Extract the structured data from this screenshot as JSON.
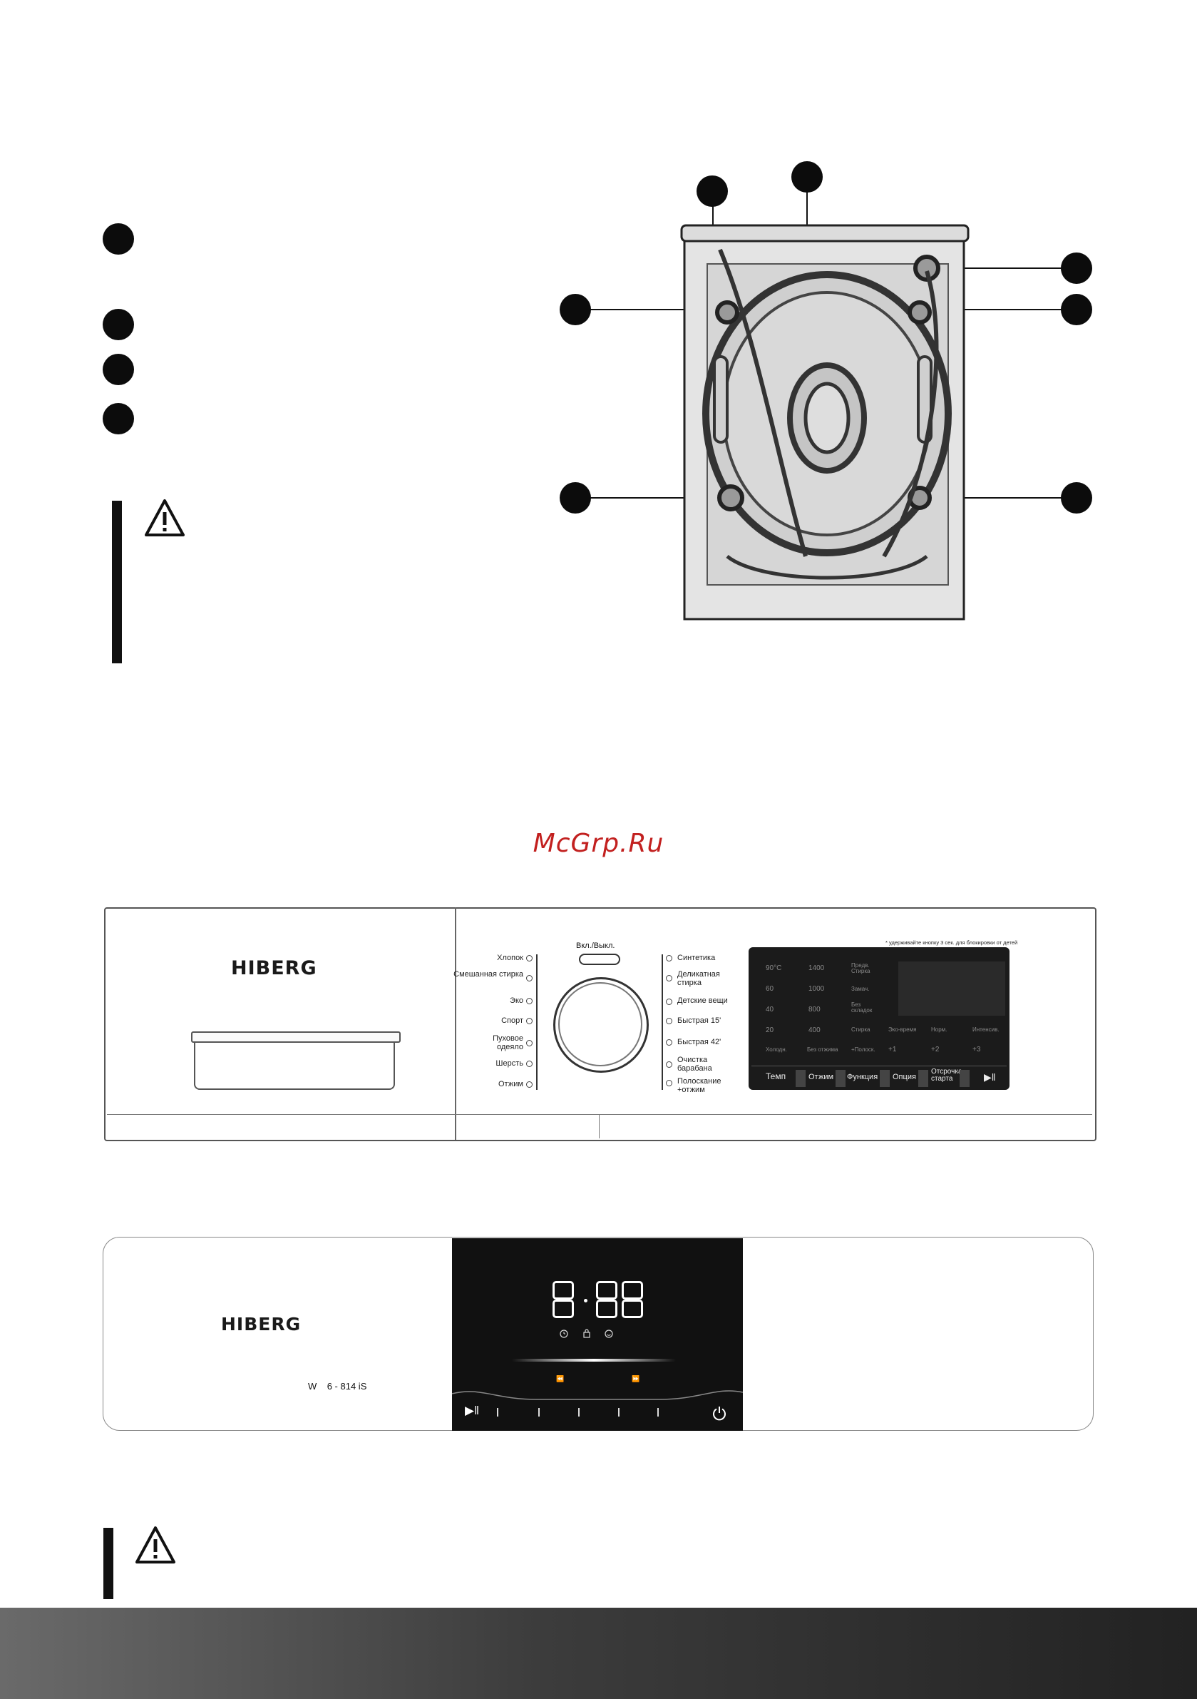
{
  "watermark": "McGrp.Ru",
  "panel1": {
    "brand": "HIBERG",
    "power_button_label": "Вкл./Выкл.",
    "programs_left": [
      "Хлопок",
      "Смешанная стирка",
      "Эко",
      "Спорт",
      "Пуховое одеяло",
      "Шерсть",
      "Отжим"
    ],
    "programs_right": [
      "Синтетика",
      "Деликатная стирка",
      "Детские вещи",
      "Быстрая 15'",
      "Быстрая 42'",
      "Очистка барабана",
      "Полоскание +отжим"
    ],
    "child_lock_note": "* удерживайте кнопку 3 сек. для блокировки от детей",
    "display": {
      "temps": [
        "90°C",
        "60",
        "40",
        "20",
        "Холодн."
      ],
      "spins": [
        "1400",
        "1000",
        "800",
        "400",
        "Без отжима"
      ],
      "options": [
        "Предв. Стирка",
        "Замач.",
        "Без складок",
        "Стирка",
        "+Полоск."
      ],
      "modes": [
        "Эко-время",
        "Норм.",
        "Интенсив."
      ],
      "rinse": [
        "+1",
        "+2",
        "+3"
      ]
    },
    "buttons": [
      "Темп",
      "Отжим",
      "Функция",
      "Опция",
      "Отсрочка старта"
    ],
    "start_pause": "▶‖"
  },
  "panel2": {
    "brand": "HIBERG",
    "model": "W    6 - 814 iS",
    "display_digits": "8:88",
    "prev_symbol": "⏪",
    "next_symbol": "⏩",
    "start_pause": "▶‖"
  },
  "colors": {
    "watermark": "#c2201f",
    "display_bg": "#111111",
    "lcd_bg": "#1b1b1b"
  }
}
